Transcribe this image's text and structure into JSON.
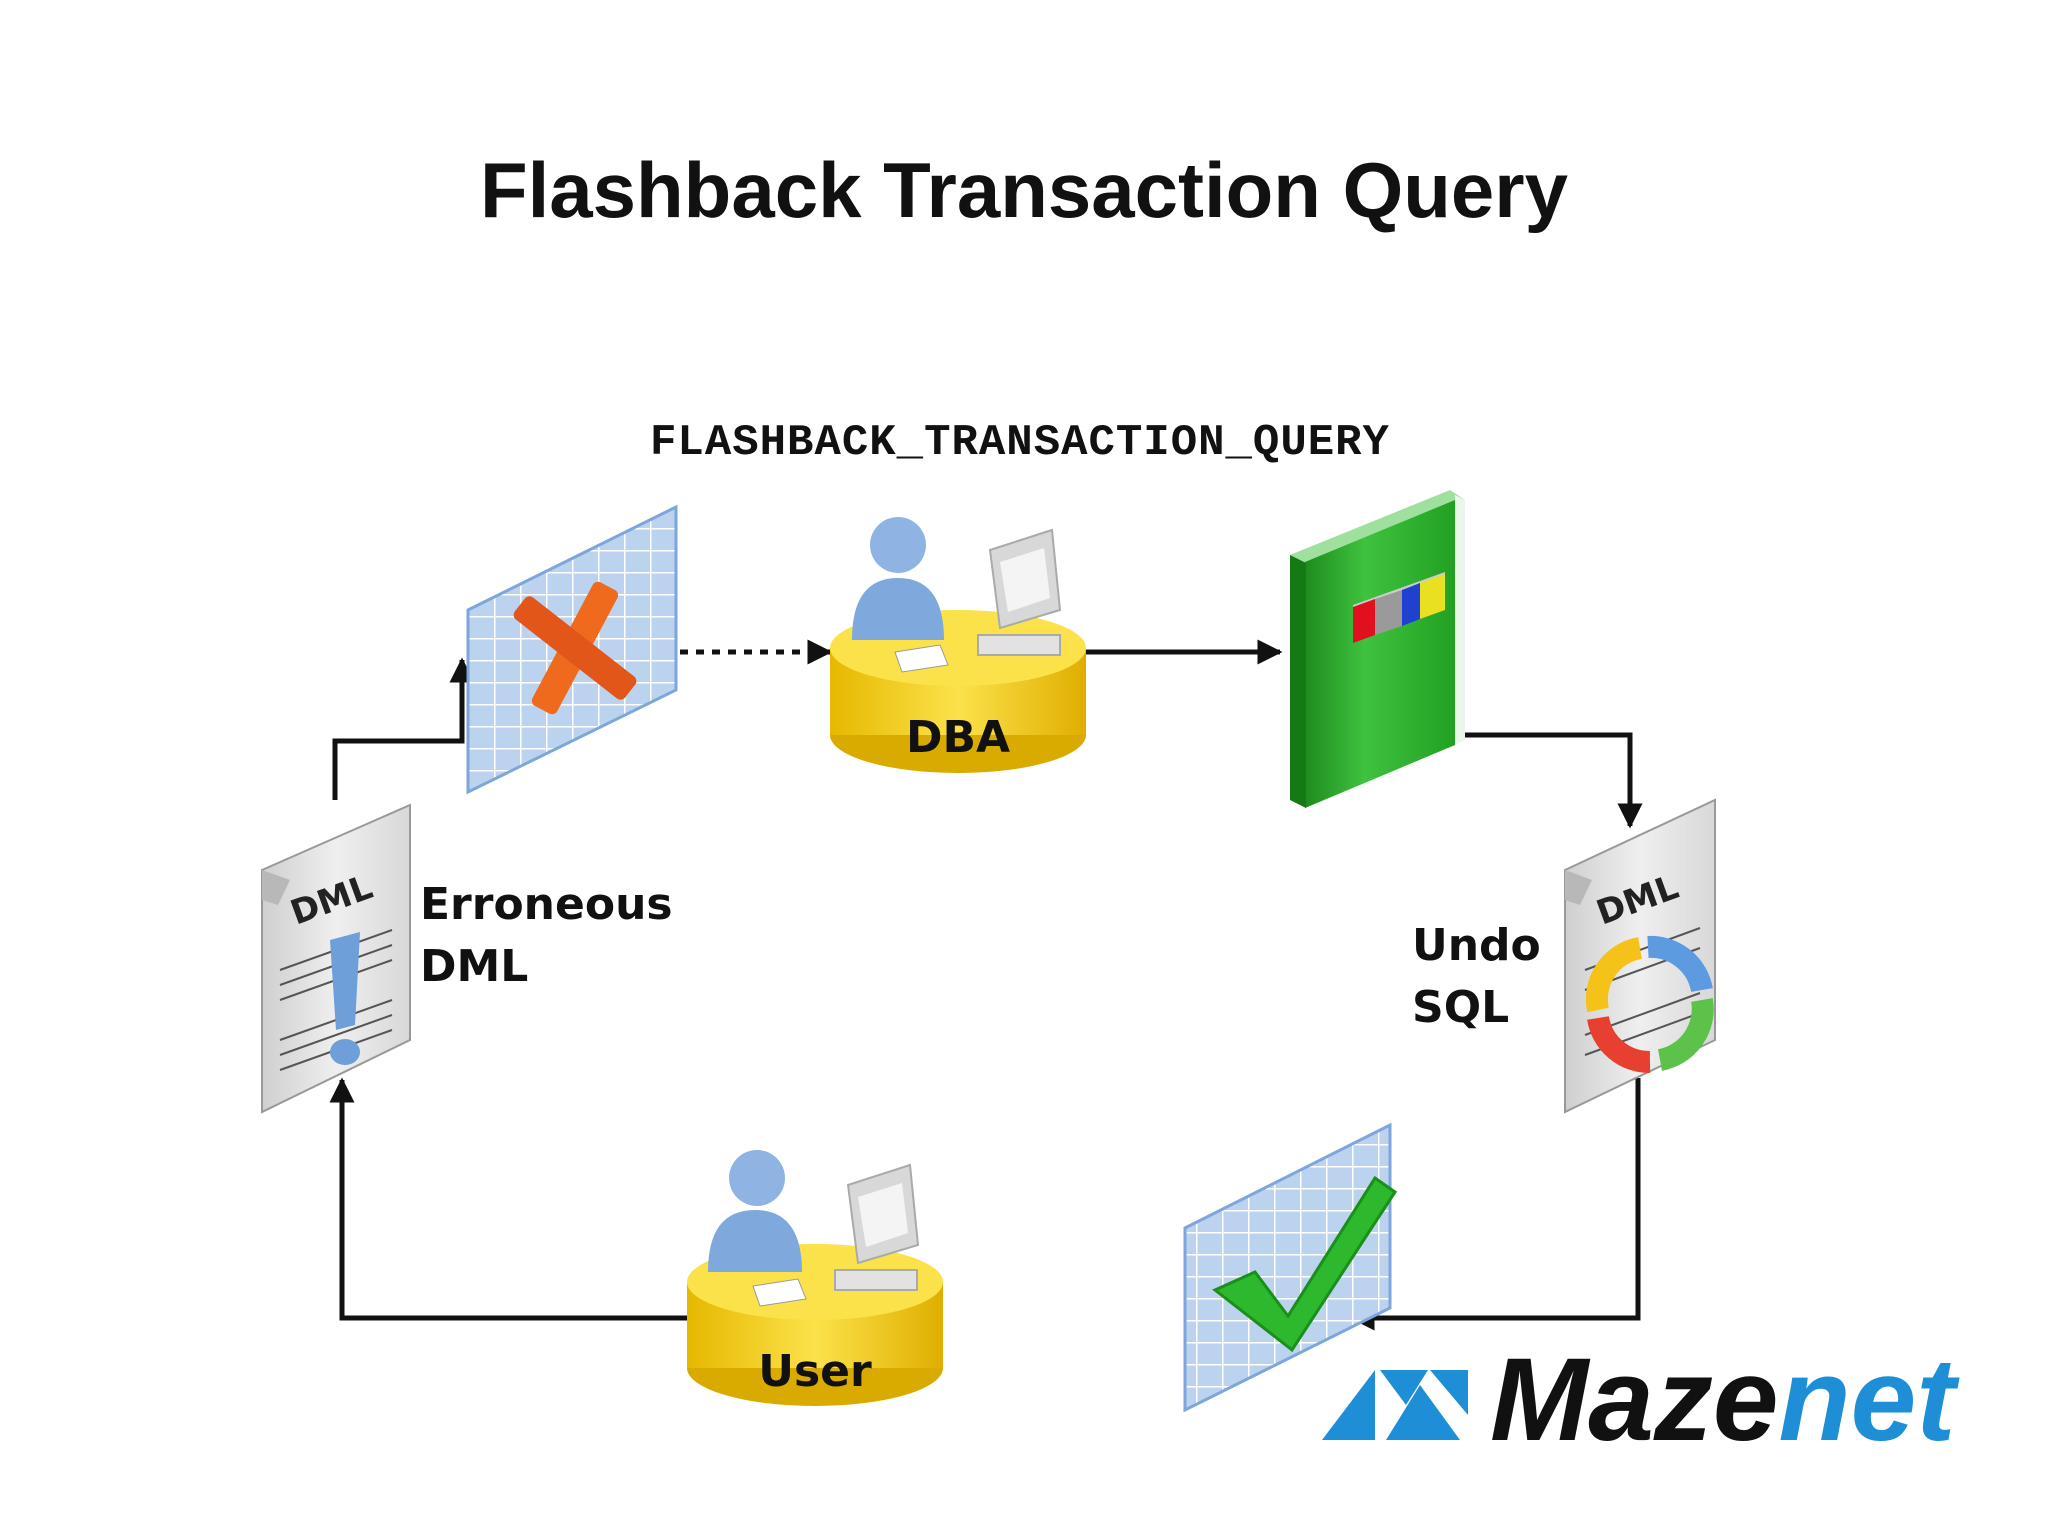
{
  "title": "Flashback Transaction Query",
  "view_name": "FLASHBACK_TRANSACTION_QUERY",
  "nodes": {
    "dba": {
      "label": "DBA"
    },
    "user": {
      "label": "User"
    },
    "erroneous_dml": {
      "icon_text": "DML",
      "label_line1": "Erroneous",
      "label_line2": "DML"
    },
    "undo_sql": {
      "icon_text": "DML",
      "label_line1": "Undo",
      "label_line2": "SQL"
    }
  },
  "logo": {
    "text_part1": "Maze",
    "text_part2": "net"
  },
  "colors": {
    "grid_blue": "#9dbde8",
    "x_orange": "#f06a1e",
    "check_green": "#2db82d",
    "book_green": "#2fae2f",
    "platform_yellow": "#f2cf1e",
    "person_blue": "#7fa8dc",
    "logo_blue": "#1e8fd6"
  }
}
